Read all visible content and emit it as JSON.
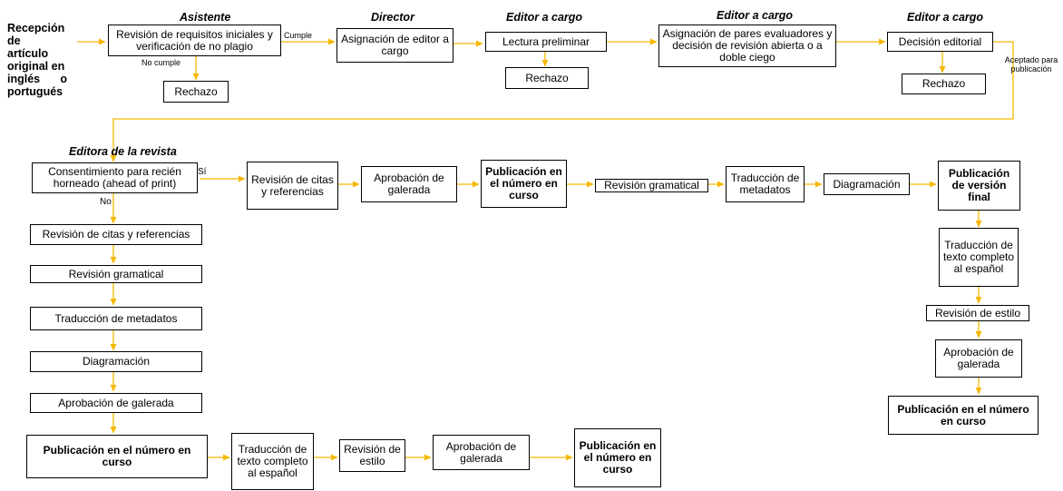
{
  "start": {
    "line1": "Recepción de",
    "line2": "artículo",
    "line3": "original en",
    "line4a": "inglés",
    "line4b": "o",
    "line5": "portugués"
  },
  "roles": {
    "asistente": "Asistente",
    "director": "Director",
    "editor1": "Editor a cargo",
    "editor2": "Editor a cargo",
    "editor3": "Editor a cargo",
    "editora_revista": "Editora de la revista"
  },
  "boxes": {
    "requisitos": "Revisión de requisitos iniciales y verificación de no plagio",
    "rechazo1": "Rechazo",
    "asignacion_editor": "Asignación de editor a cargo",
    "lectura": "Lectura preliminar",
    "rechazo2": "Rechazo",
    "pares": "Asignación de pares evaluadores y decisión de revisión abierta o a doble ciego",
    "decision": "Decisión editorial",
    "rechazo3": "Rechazo",
    "consentimiento": "Consentimiento para recién horneado (ahead of print)",
    "top_citas": "Revisión de citas y referencias",
    "top_galerada": "Aprobación de galerada",
    "top_publicacion": "Publicación en el número en curso",
    "top_gramatical": "Revisión gramatical",
    "top_traduccion": "Traducción de metadatos",
    "top_diagramacion": "Diagramación",
    "version_final": "Publicación de versión final",
    "r_traduccion_texto": "Traducción de texto completo al español",
    "r_estilo": "Revisión de estilo",
    "r_galerada": "Aprobación de galerada",
    "r_publicacion": "Publicación en el número en curso",
    "l_citas": "Revisión de citas y referencias",
    "l_gramatical": "Revisión gramatical",
    "l_traduccion": "Traducción de metadatos",
    "l_diagramacion": "Diagramación",
    "l_galerada": "Aprobación de galerada",
    "l_publicacion": "Publicación en el número en curso",
    "b_traduccion_texto": "Traducción de texto completo al español",
    "b_estilo": "Revisión de estilo",
    "b_galerada": "Aprobación de galerada",
    "b_publicacion": "Publicación en el número en curso"
  },
  "labels": {
    "cumple": "Cumple",
    "no_cumple": "No cumple",
    "aceptado": "Aceptado para publicación",
    "si": "Sí",
    "no": "No"
  },
  "colors": {
    "arrow": "#F5B800",
    "border": "#000000"
  }
}
